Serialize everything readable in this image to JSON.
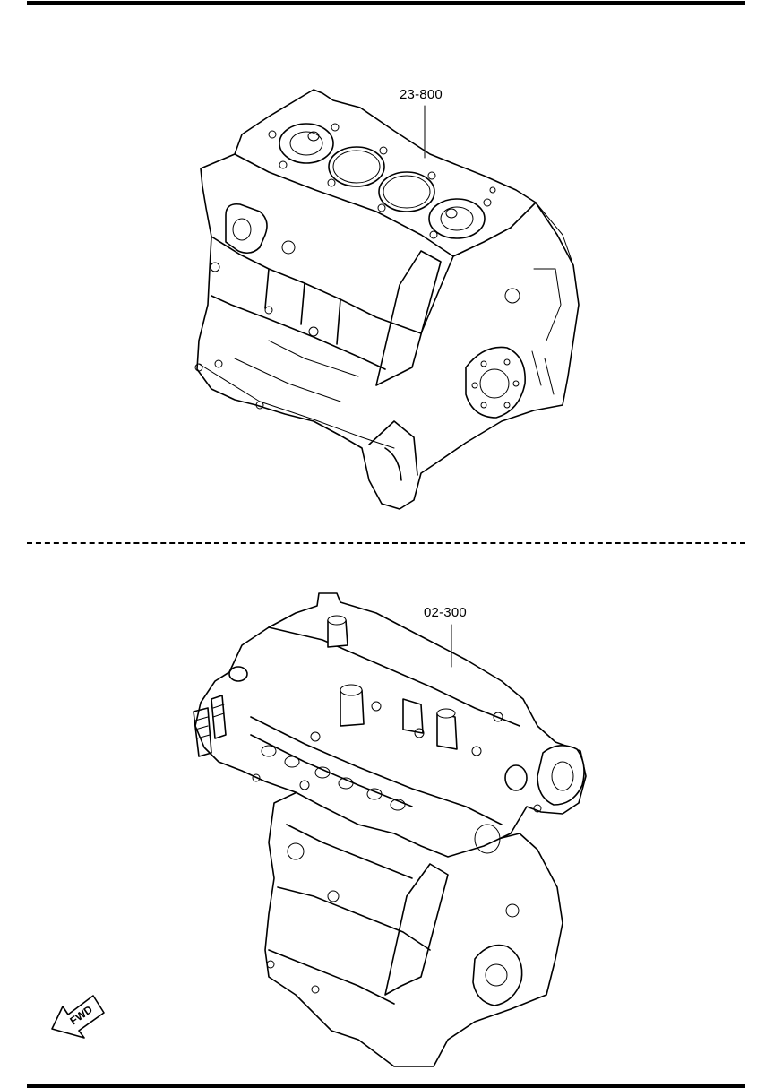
{
  "parts": {
    "cylinder_block": {
      "part_number": "23-800"
    },
    "cylinder_head": {
      "part_number": "02-300"
    }
  },
  "orientation_arrow": {
    "label": "FWD"
  },
  "colors": {
    "line": "#000000",
    "background": "#ffffff"
  }
}
